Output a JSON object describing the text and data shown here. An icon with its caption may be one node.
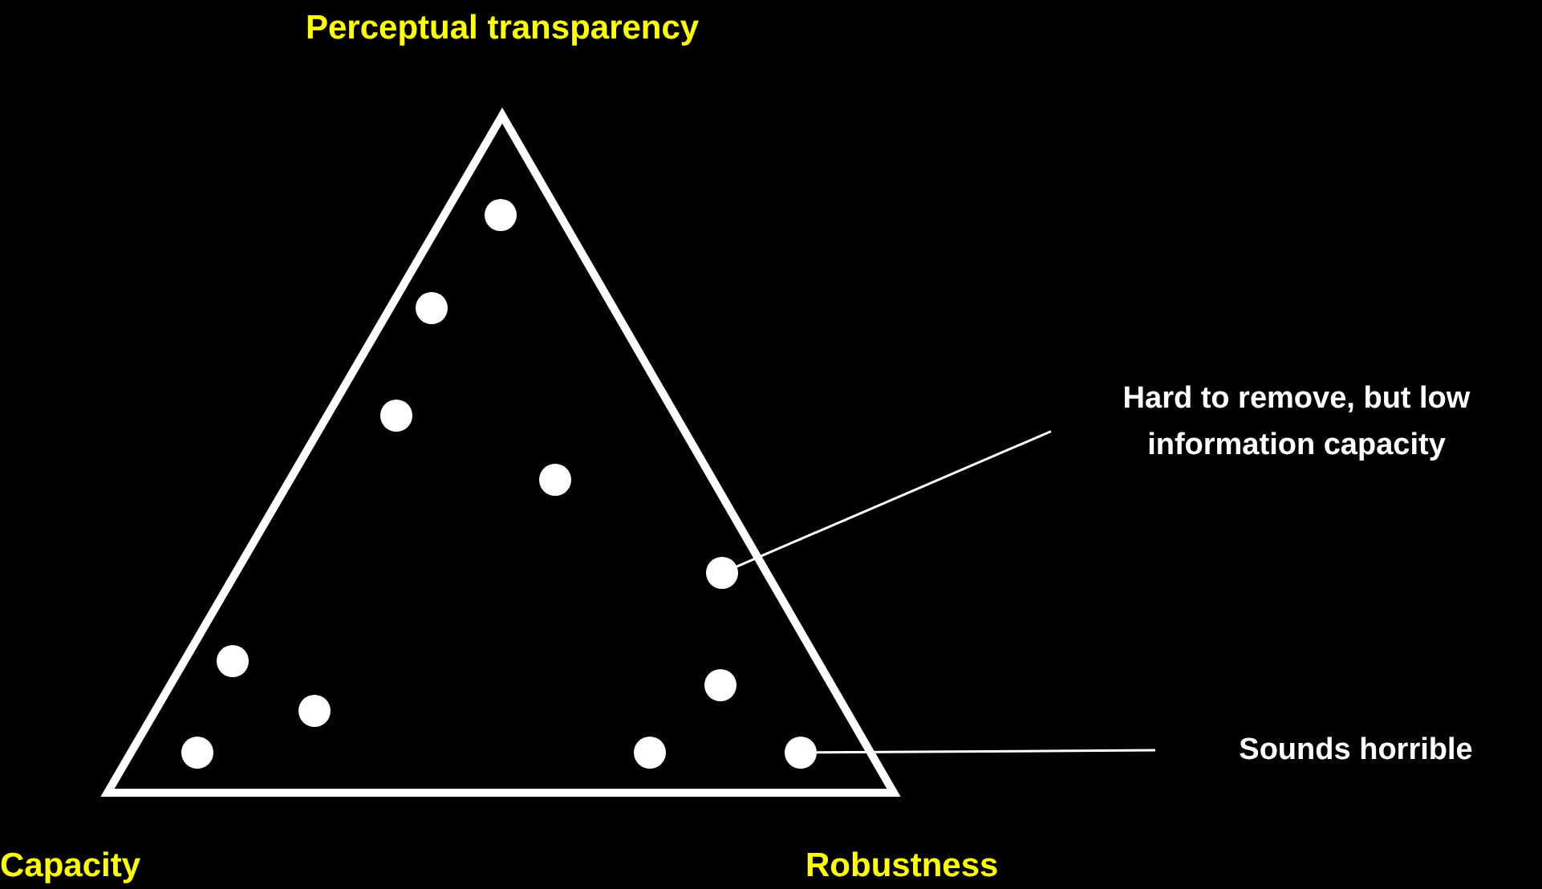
{
  "diagram": {
    "nodes": [
      {
        "text": [
          "Hard to remove, but low information capacity"
        ]
      },
      {
        "text": [
          "Sounds horrible"
        ]
      },
      {
        "text": [],
        "shape": "circle"
      },
      {
        "text": [],
        "shape": "circle"
      },
      {
        "text": [],
        "shape": "circle"
      },
      {
        "text": [],
        "shape": "circle"
      },
      {
        "text": [],
        "shape": "circle"
      },
      {
        "text": [],
        "shape": "circle"
      },
      {
        "text": [],
        "shape": "circle"
      },
      {
        "text": [],
        "shape": "circle"
      },
      {
        "text": [],
        "shape": "circle"
      },
      {
        "text": [],
        "shape": "circle"
      },
      {
        "text": [],
        "shape": "circle"
      }
    ],
    "edges": [
      {
        "from": 0,
        "to": 6,
        "arrow": "none"
      },
      {
        "from": 1,
        "to": 12,
        "arrow": "none"
      }
    ],
    "labels": [
      "Perceptual transparency",
      "Capacity",
      "Robustness"
    ]
  }
}
